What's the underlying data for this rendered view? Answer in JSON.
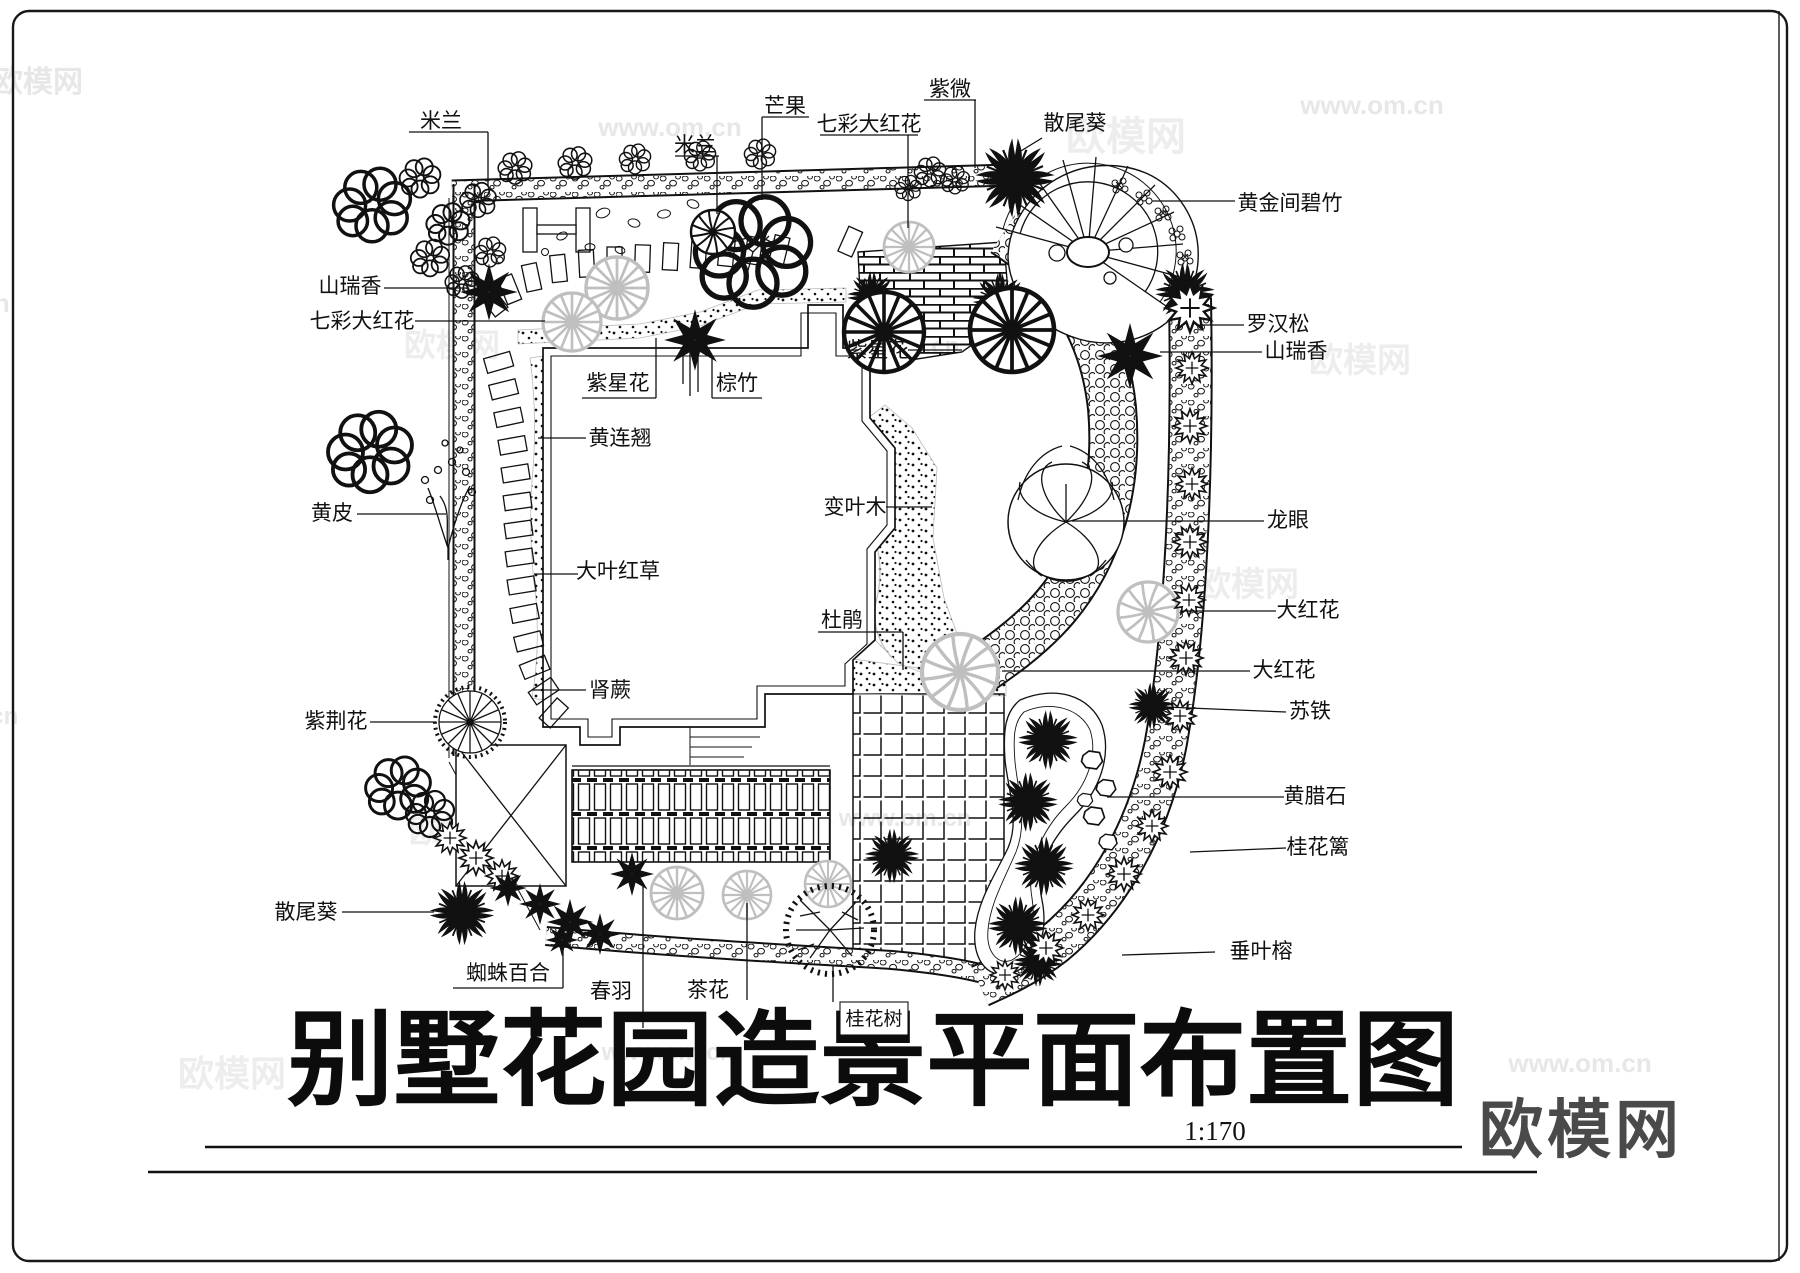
{
  "page": {
    "title": "别墅花园造景平面布置图",
    "scale": "1:170",
    "brand_logo": "欧模网"
  },
  "watermarks": {
    "site_url": "www.om.cn",
    "brand_name": "欧模网"
  },
  "labels": {
    "milan1": "米兰",
    "milan2": "米兰",
    "mango": "芒果",
    "qicai_top": "七彩大红花",
    "ziwei": "紫微",
    "sanweikui_top": "散尾葵",
    "huangjin": "黄金间碧竹",
    "luohansong": "罗汉松",
    "shanruixiang_r": "山瑞香",
    "longyan": "龙眼",
    "dahonghua1": "大红花",
    "dahonghua2": "大红花",
    "sutie": "苏铁",
    "huanglashi": "黄腊石",
    "guihuali": "桂花篱",
    "chuiyerong": "垂叶榕",
    "shanruixiang_l": "山瑞香",
    "qicai_left": "七彩大红花",
    "zixinghua_l": "紫星花",
    "zongzhu": "棕竹",
    "zixinghua_r": "紫星花",
    "huanglianqiao": "黄连翘",
    "huangpi": "黄皮",
    "dayehongcao": "大叶红草",
    "shenjue": "肾蕨",
    "zijinghua": "紫荆花",
    "bianyemu": "变叶木",
    "dujuan": "杜鹃",
    "sanweikui_b": "散尾葵",
    "zhizhubaihe": "蜘蛛百合",
    "chunyu": "春羽",
    "chahua": "茶花",
    "guihuashu": "桂花树"
  }
}
